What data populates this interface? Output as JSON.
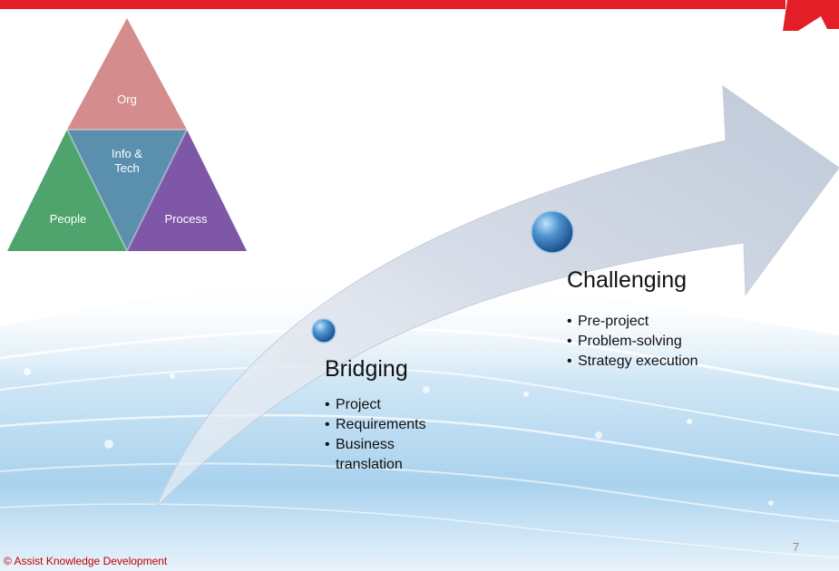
{
  "colors": {
    "accent_red": "#e41e26",
    "org": "#d58c8c",
    "info_tech": "#5b8fae",
    "people": "#4ea46c",
    "process": "#7e57a6"
  },
  "triangle": {
    "top": "Org",
    "center": "Info &\nTech",
    "left": "People",
    "right": "Process"
  },
  "stage_bridging": {
    "title": "Bridging",
    "items": [
      "Project",
      "Requirements",
      "Business translation"
    ]
  },
  "stage_challenging": {
    "title": "Challenging",
    "items": [
      "Pre-project",
      "Problem-solving",
      "Strategy execution"
    ]
  },
  "footer": {
    "copyright": "© Assist Knowledge Development",
    "page_number": "7"
  }
}
